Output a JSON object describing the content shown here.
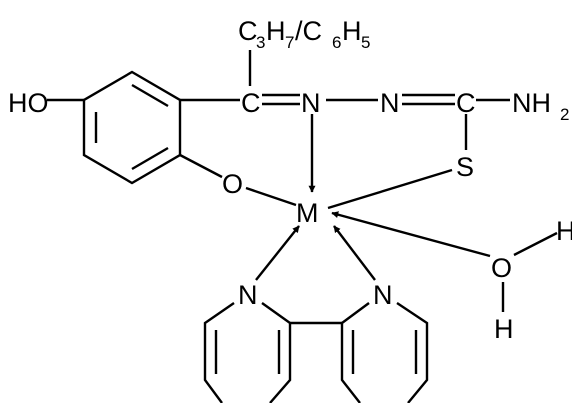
{
  "labels": {
    "substituent_c3": "C",
    "substituent_3": "3",
    "substituent_h7": "H",
    "substituent_7": "7",
    "substituent_slash": "/C",
    "substituent_6": "6",
    "substituent_h5": "H",
    "substituent_5": "5",
    "hydroxy": "HO",
    "imine_carbon": "C",
    "imine_nitrogen": "N",
    "hydrazine_nitrogen": "N",
    "thioamide_carbon": "C",
    "amine_nh": "NH",
    "amine_2": "2",
    "sulfur": "S",
    "phenolate_oxygen": "O",
    "metal": "M",
    "water_oxygen": "O",
    "water_h_top": "H",
    "water_h_bottom": "H",
    "bipy_n_left": "N",
    "bipy_n_right": "N"
  },
  "colors": {
    "ink": "#000000",
    "background": "#ffffff"
  }
}
